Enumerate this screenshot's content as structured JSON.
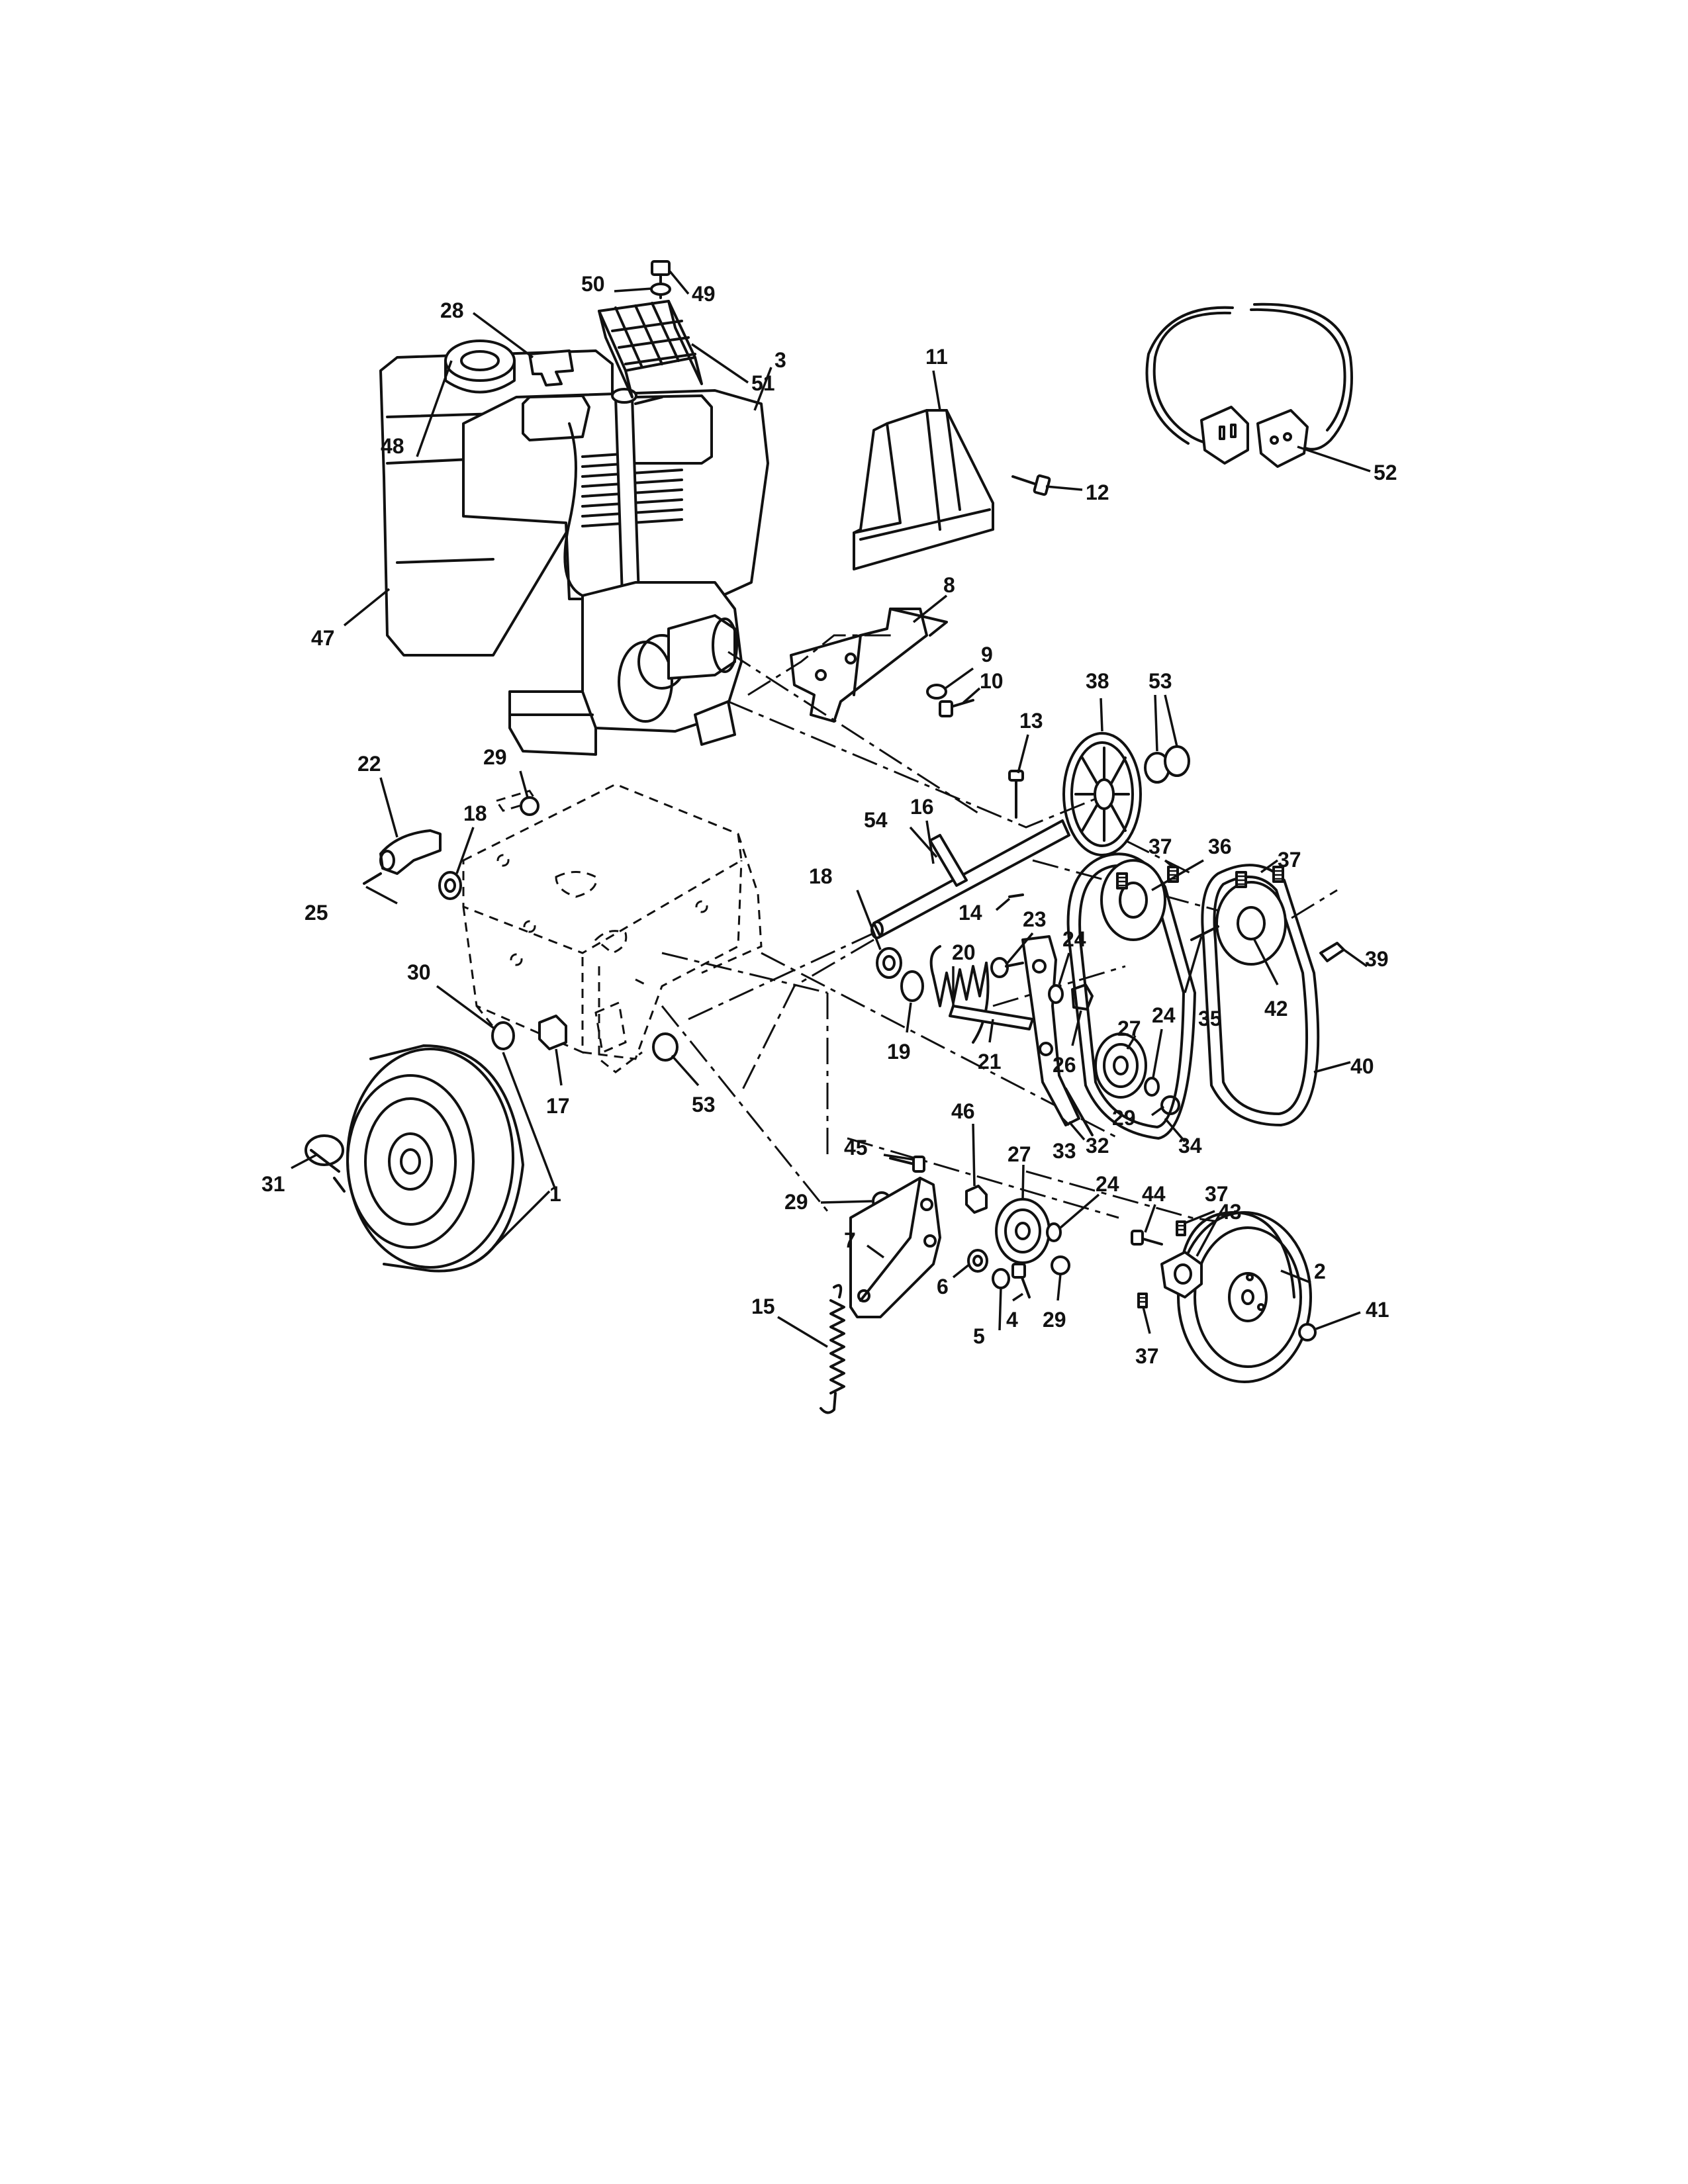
{
  "callouts": [
    {
      "id": "c1",
      "text": "1"
    },
    {
      "id": "c2",
      "text": "2"
    },
    {
      "id": "c3",
      "text": "3"
    },
    {
      "id": "c4",
      "text": "4"
    },
    {
      "id": "c5",
      "text": "5"
    },
    {
      "id": "c6",
      "text": "6"
    },
    {
      "id": "c7",
      "text": "7"
    },
    {
      "id": "c8",
      "text": "8"
    },
    {
      "id": "c9",
      "text": "9"
    },
    {
      "id": "c10",
      "text": "10"
    },
    {
      "id": "c11",
      "text": "11"
    },
    {
      "id": "c12",
      "text": "12"
    },
    {
      "id": "c13",
      "text": "13"
    },
    {
      "id": "c14",
      "text": "14"
    },
    {
      "id": "c15",
      "text": "15"
    },
    {
      "id": "c16",
      "text": "16"
    },
    {
      "id": "c17",
      "text": "17"
    },
    {
      "id": "c18a",
      "text": "18"
    },
    {
      "id": "c18b",
      "text": "18"
    },
    {
      "id": "c19",
      "text": "19"
    },
    {
      "id": "c20",
      "text": "20"
    },
    {
      "id": "c21",
      "text": "21"
    },
    {
      "id": "c22",
      "text": "22"
    },
    {
      "id": "c23",
      "text": "23"
    },
    {
      "id": "c24a",
      "text": "24"
    },
    {
      "id": "c24b",
      "text": "24"
    },
    {
      "id": "c24c",
      "text": "24"
    },
    {
      "id": "c25",
      "text": "25"
    },
    {
      "id": "c26",
      "text": "26"
    },
    {
      "id": "c27a",
      "text": "27"
    },
    {
      "id": "c27b",
      "text": "27"
    },
    {
      "id": "c28",
      "text": "28"
    },
    {
      "id": "c29a",
      "text": "29"
    },
    {
      "id": "c29b",
      "text": "29"
    },
    {
      "id": "c29c",
      "text": "29"
    },
    {
      "id": "c29d",
      "text": "29"
    },
    {
      "id": "c30",
      "text": "30"
    },
    {
      "id": "c31",
      "text": "31"
    },
    {
      "id": "c32",
      "text": "32"
    },
    {
      "id": "c33",
      "text": "33"
    },
    {
      "id": "c34",
      "text": "34"
    },
    {
      "id": "c35",
      "text": "35"
    },
    {
      "id": "c36",
      "text": "36"
    },
    {
      "id": "c37a",
      "text": "37"
    },
    {
      "id": "c37b",
      "text": "37"
    },
    {
      "id": "c37c",
      "text": "37"
    },
    {
      "id": "c37d",
      "text": "37"
    },
    {
      "id": "c38",
      "text": "38"
    },
    {
      "id": "c39",
      "text": "39"
    },
    {
      "id": "c40",
      "text": "40"
    },
    {
      "id": "c41",
      "text": "41"
    },
    {
      "id": "c42",
      "text": "42"
    },
    {
      "id": "c43",
      "text": "43"
    },
    {
      "id": "c44",
      "text": "44"
    },
    {
      "id": "c45",
      "text": "45"
    },
    {
      "id": "c46",
      "text": "46"
    },
    {
      "id": "c47",
      "text": "47"
    },
    {
      "id": "c48",
      "text": "48"
    },
    {
      "id": "c49",
      "text": "49"
    },
    {
      "id": "c50",
      "text": "50"
    },
    {
      "id": "c51",
      "text": "51"
    },
    {
      "id": "c52",
      "text": "52"
    },
    {
      "id": "c53a",
      "text": "53"
    },
    {
      "id": "c53b",
      "text": "53"
    },
    {
      "id": "c54",
      "text": "54"
    }
  ]
}
